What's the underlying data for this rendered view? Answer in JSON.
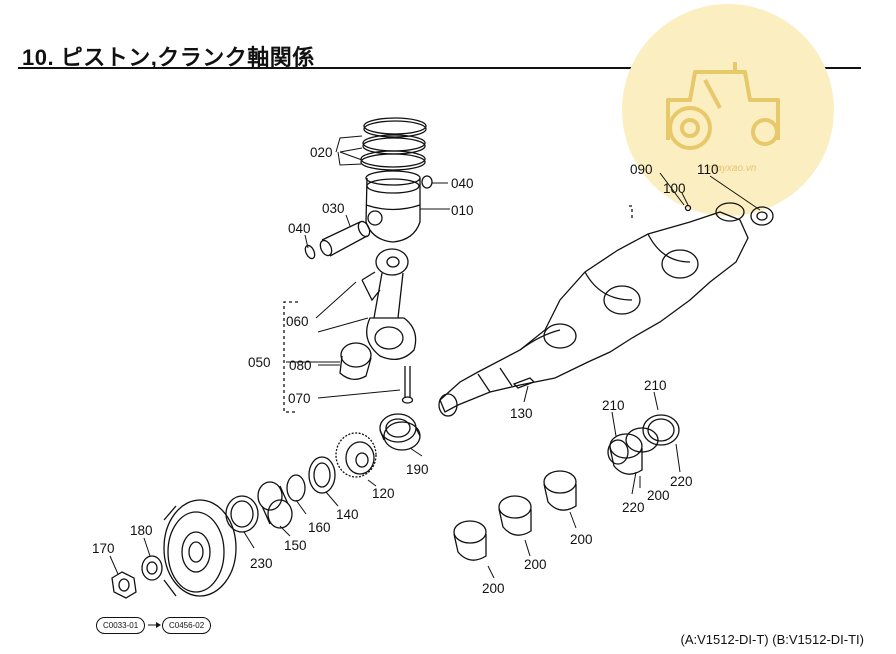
{
  "header": {
    "title": "10. ピストン,クランク軸関係"
  },
  "watermark": {
    "text": "mayxao.vn",
    "color": "#f6e3a0"
  },
  "parts": {
    "p010": "010",
    "p020": "020",
    "p030": "030",
    "p040a": "040",
    "p040b": "040",
    "p050": "050",
    "p060": "060",
    "p070": "070",
    "p080": "080",
    "p090": "090",
    "p100": "100",
    "p110": "110",
    "p120": "120",
    "p130": "130",
    "p140": "140",
    "p150": "150",
    "p160": "160",
    "p170": "170",
    "p180": "180",
    "p190": "190",
    "p200a": "200",
    "p200b": "200",
    "p200c": "200",
    "p200d": "200",
    "p210a": "210",
    "p210b": "210",
    "p220a": "220",
    "p220b": "220",
    "p230": "230"
  },
  "refs": {
    "ref1": "C0033-01",
    "ref2": "C0456-02"
  },
  "footer": {
    "note": "(A:V1512-DI-T) (B:V1512-DI-TI)"
  }
}
